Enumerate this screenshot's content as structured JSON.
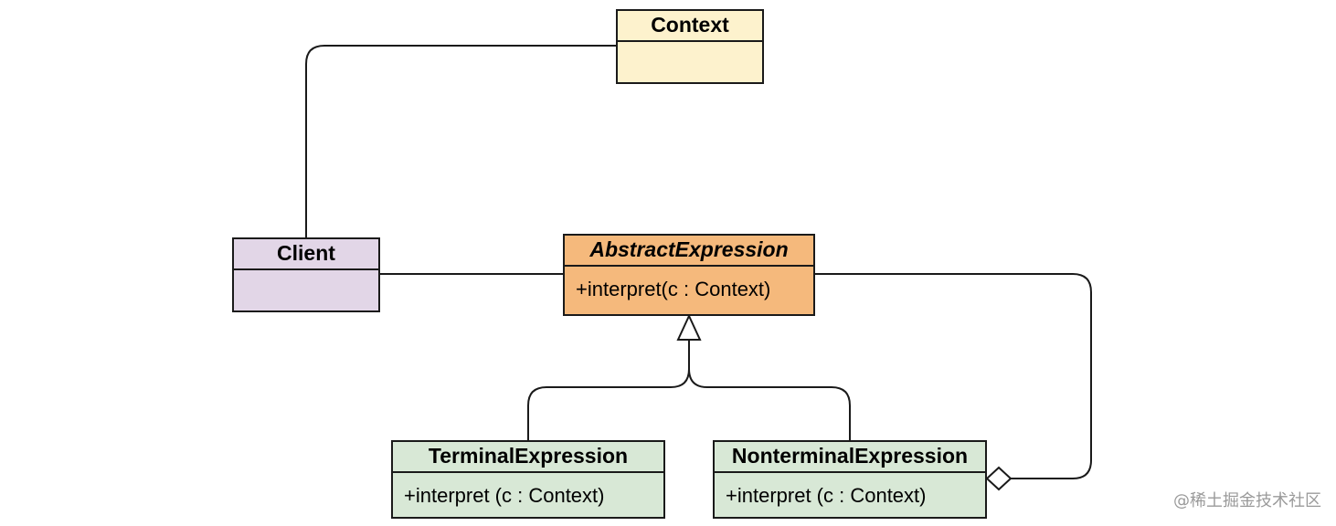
{
  "classes": {
    "context": {
      "name": "Context",
      "members": ""
    },
    "client": {
      "name": "Client",
      "members": ""
    },
    "abstract_expression": {
      "name": "AbstractExpression",
      "members": "+interpret(c : Context)"
    },
    "terminal_expression": {
      "name": "TerminalExpression",
      "members": "+interpret (c : Context)"
    },
    "nonterminal_expression": {
      "name": "NonterminalExpression",
      "members": "+interpret (c : Context)"
    }
  },
  "relationships": [
    {
      "from": "Client",
      "to": "Context",
      "kind": "association"
    },
    {
      "from": "Client",
      "to": "AbstractExpression",
      "kind": "association"
    },
    {
      "from": "TerminalExpression",
      "to": "AbstractExpression",
      "kind": "generalization"
    },
    {
      "from": "NonterminalExpression",
      "to": "AbstractExpression",
      "kind": "generalization"
    },
    {
      "from": "NonterminalExpression",
      "to": "AbstractExpression",
      "kind": "aggregation"
    }
  ],
  "colors": {
    "context_fill": "#fdf2cd",
    "client_fill": "#e2d6e7",
    "abstract_fill": "#f5b97c",
    "expression_fill": "#d8e8d6",
    "line": "#1a1a1a"
  },
  "watermark": "@稀土掘金技术社区"
}
